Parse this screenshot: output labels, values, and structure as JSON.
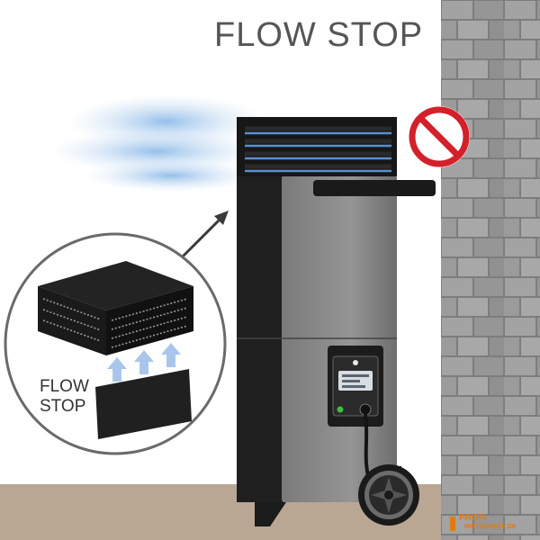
{
  "title": "FLOW STOP",
  "inset_label": {
    "line1": "FLOW",
    "line2": "STOP"
  },
  "logo": {
    "text": "PROFI",
    "subtext": "MIETGERÄTE.DE"
  },
  "colors": {
    "brick_wall": "#8f8f8f",
    "floor": "#b9a794",
    "device_body": "#8a8a8a",
    "device_black": "#1f1f1f",
    "airflow": "#9fc4ea",
    "prohibit_red": "#d3202a",
    "logo_orange": "#e07a12"
  },
  "icons": [
    "prohibited-icon",
    "arrow-up-icon",
    "arrow-diagonal-icon",
    "power-button-icon"
  ]
}
